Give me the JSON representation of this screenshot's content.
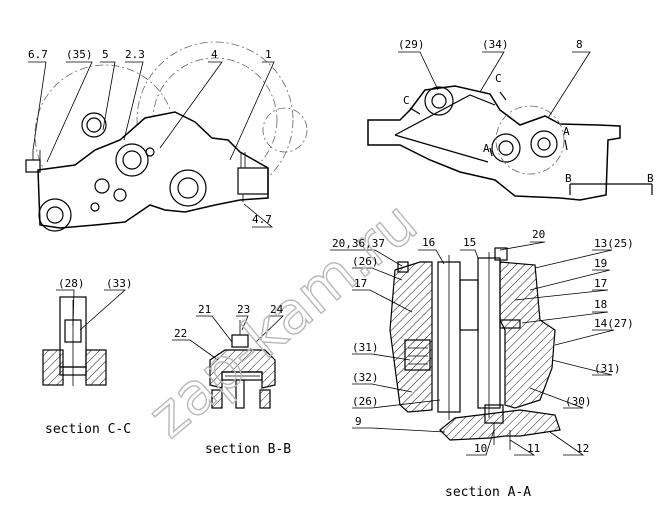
{
  "labels": {
    "l_67": "6.7",
    "l_35": "(35)",
    "l_5": "5",
    "l_23a": "2.3",
    "l_4": "4",
    "l_1": "1",
    "l_47": "4.7",
    "l_29": "(29)",
    "l_34": "(34)",
    "l_8": "8",
    "l_C1": "C",
    "l_C2": "C",
    "l_A1": "A",
    "l_A2": "A",
    "l_B1": "B",
    "l_B2": "B",
    "l_28": "(28)",
    "l_33": "(33)",
    "l_21": "21",
    "l_23b": "23",
    "l_24": "24",
    "l_22": "22",
    "l_203637": "20,36,37",
    "l_16": "16",
    "l_15": "15",
    "l_20": "20",
    "l_1325": "13(25)",
    "l_26a": "(26)",
    "l_19": "19",
    "l_17a": "17",
    "l_17b": "17",
    "l_18": "18",
    "l_1427": "14(27)",
    "l_31a": "(31)",
    "l_31b": "(31)",
    "l_32": "(32)",
    "l_26b": "(26)",
    "l_30": "(30)",
    "l_9": "9",
    "l_10": "10",
    "l_11": "11",
    "l_12": "12"
  },
  "captions": {
    "section_cc": "section C-C",
    "section_bb": "section B-B",
    "section_aa": "section A-A"
  },
  "watermark": "zap-kam.ru"
}
